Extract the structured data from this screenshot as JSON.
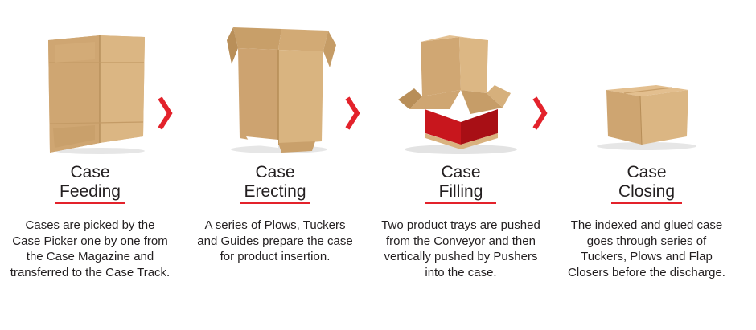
{
  "steps": [
    {
      "title_line1": "Case",
      "title_line2": "Feeding",
      "description": "Cases are picked by the Case Picker one by one from the Case Magazine and transferred to the Case Track.",
      "illustration": "flat-cardboard-box"
    },
    {
      "title_line1": "Case",
      "title_line2": "Erecting",
      "description": "A series of Plows, Tuckers and Guides prepare the case for product insertion.",
      "illustration": "erected-open-box"
    },
    {
      "title_line1": "Case",
      "title_line2": "Filling",
      "description": "Two product trays are pushed from the Conveyor and then vertically pushed by Pushers into the case.",
      "illustration": "box-filled-with-red-product"
    },
    {
      "title_line1": "Case",
      "title_line2": "Closing",
      "description": "The indexed and glued case goes through series of Tuckers, Plows and Flap Closers before the discharge.",
      "illustration": "closed-box"
    }
  ],
  "colors": {
    "accent": "#e3222b",
    "cardboard": "#d9b27f",
    "cardboard_dark": "#c39a64",
    "text": "#231f20"
  }
}
